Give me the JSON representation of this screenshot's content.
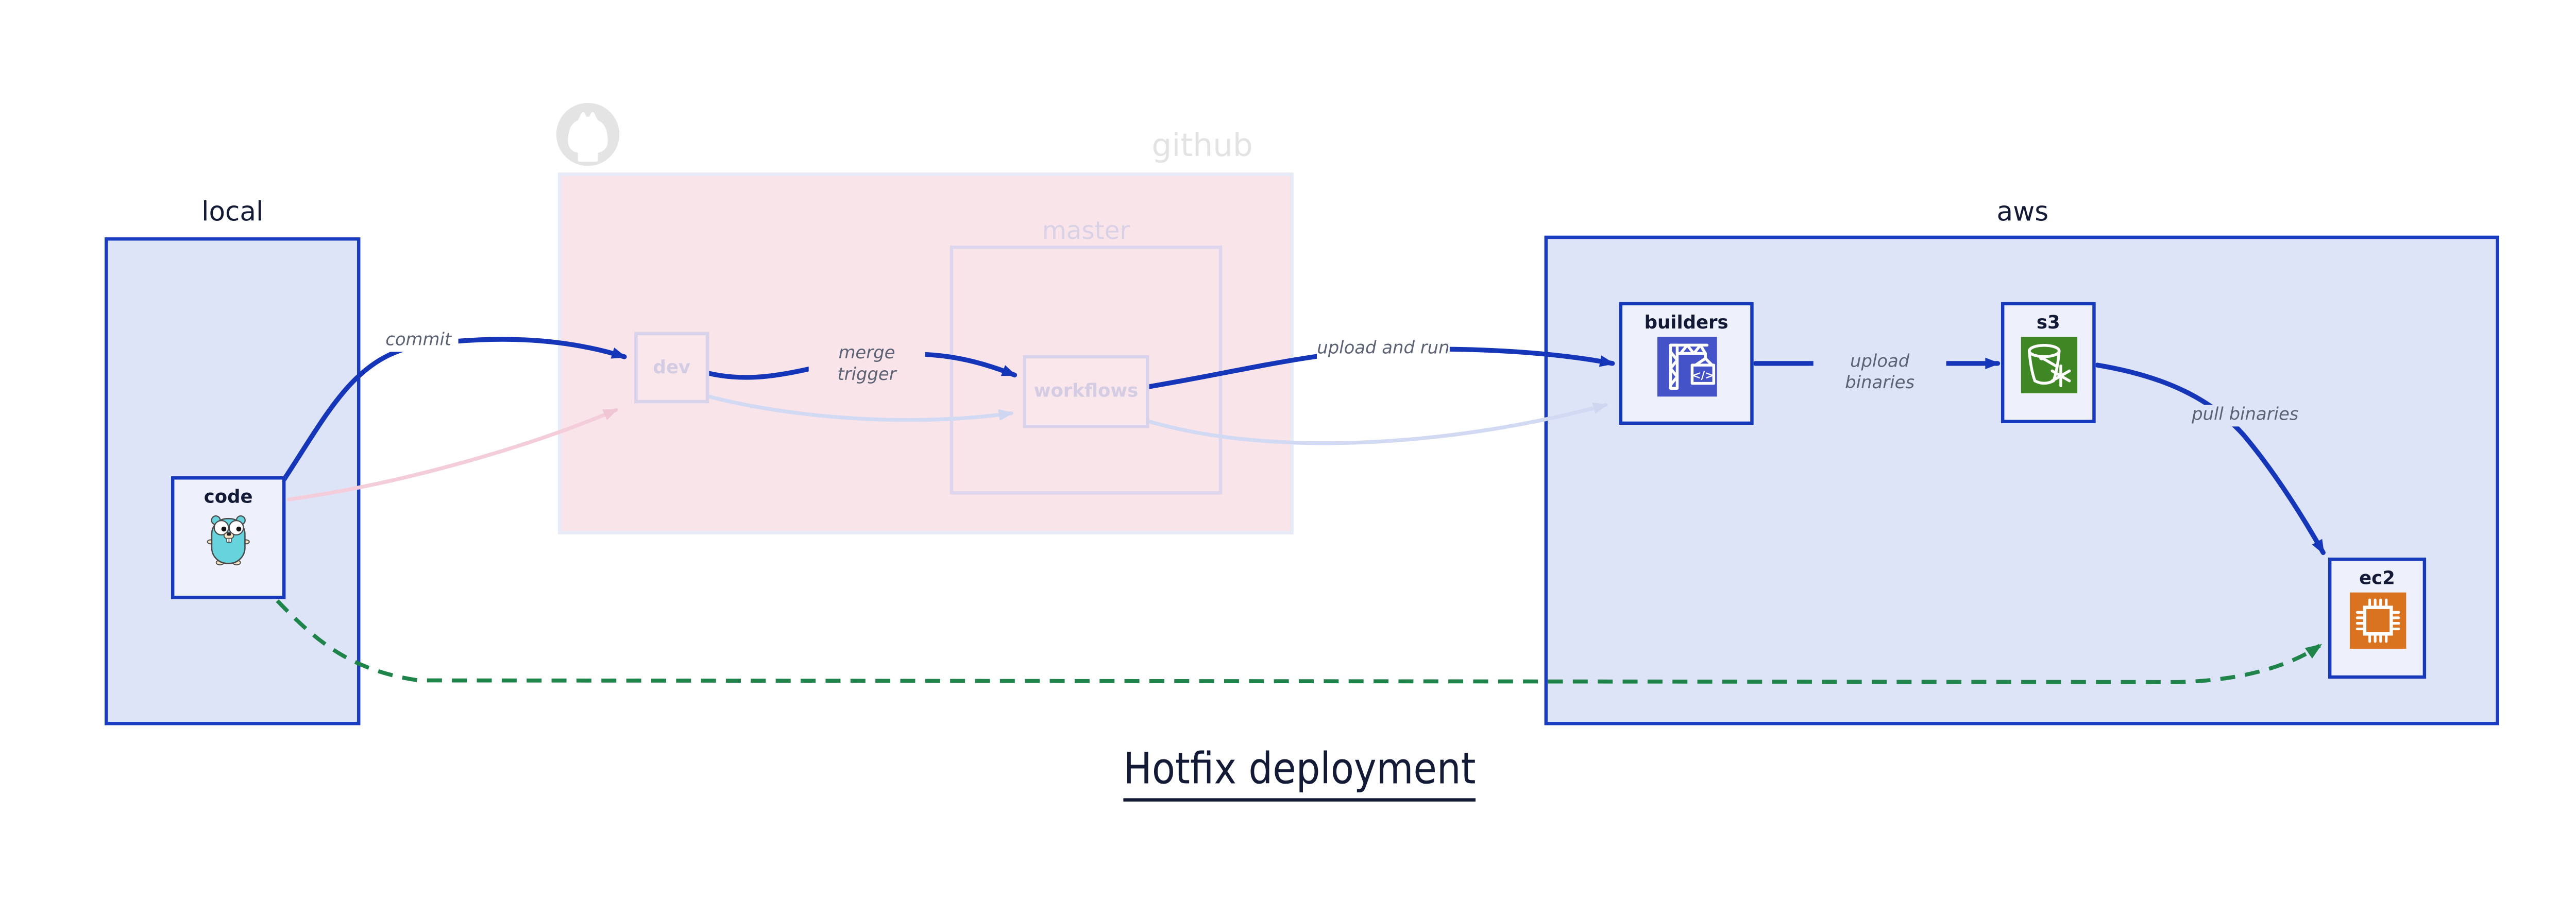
{
  "title": {
    "text": "Hotfix deployment"
  },
  "containers": {
    "local": {
      "label": "local"
    },
    "github": {
      "label": "github",
      "master": {
        "label": "master"
      }
    },
    "aws": {
      "label": "aws"
    }
  },
  "nodes": {
    "code": {
      "label": "code",
      "icon": "go-gopher-icon"
    },
    "dev": {
      "label": "dev"
    },
    "workflows": {
      "label": "workflows"
    },
    "builders": {
      "label": "builders",
      "icon": "codebuild-crane-icon",
      "icon_bg": "#4553c9",
      "icon_glyph": "</>"
    },
    "s3": {
      "label": "s3",
      "icon": "s3-glacier-bucket-icon",
      "icon_bg": "#3f8624"
    },
    "ec2": {
      "label": "ec2",
      "icon": "ec2-chip-icon",
      "icon_bg": "#d9731f"
    }
  },
  "edges": {
    "commit": {
      "label": "commit",
      "style": "solid-blue",
      "from": "code",
      "to": "dev"
    },
    "merge_trigger": {
      "label": "merge trigger",
      "style": "solid-blue",
      "from": "dev",
      "to": "workflows"
    },
    "upload_and_run": {
      "label": "upload and run",
      "style": "solid-blue",
      "from": "workflows",
      "to": "builders"
    },
    "upload_binaries": {
      "label": "upload binaries",
      "style": "solid-blue",
      "from": "builders",
      "to": "s3"
    },
    "pull_binaries": {
      "label": "pull binaries",
      "style": "solid-blue",
      "from": "s3",
      "to": "ec2"
    },
    "hotfix_direct": {
      "label": "",
      "style": "dashed-green",
      "from": "code",
      "to": "ec2"
    },
    "code_to_dev_faded": {
      "style": "faded-pink",
      "from": "code",
      "to": "dev"
    },
    "dev_to_workflows_faded": {
      "style": "faded-lavender",
      "from": "dev",
      "to": "workflows"
    },
    "workflows_to_builders_faded": {
      "style": "faded-lavender",
      "from": "workflows",
      "to": "builders"
    }
  },
  "colors": {
    "container_fill": "#dee4f8",
    "container_border": "#1a3cbe",
    "node_fill": "#eef1fb",
    "node_border": "#1638bb",
    "github_fill": "#f9e4ea",
    "faded_border": "#d8d2ea",
    "faded_text": "#d3cce2",
    "arrow_blue": "#1536b8",
    "arrow_green": "#1e8449",
    "arrow_faded_pink": "#f3cdda",
    "arrow_faded_lavender": "#d2d9f2",
    "edge_label_text": "#5b6273",
    "dark_text": "#131a36",
    "codebuild_indigo": "#4553c9",
    "s3_green": "#3f8624",
    "ec2_orange": "#d9731f",
    "gopher_teal": "#67d3dc"
  }
}
